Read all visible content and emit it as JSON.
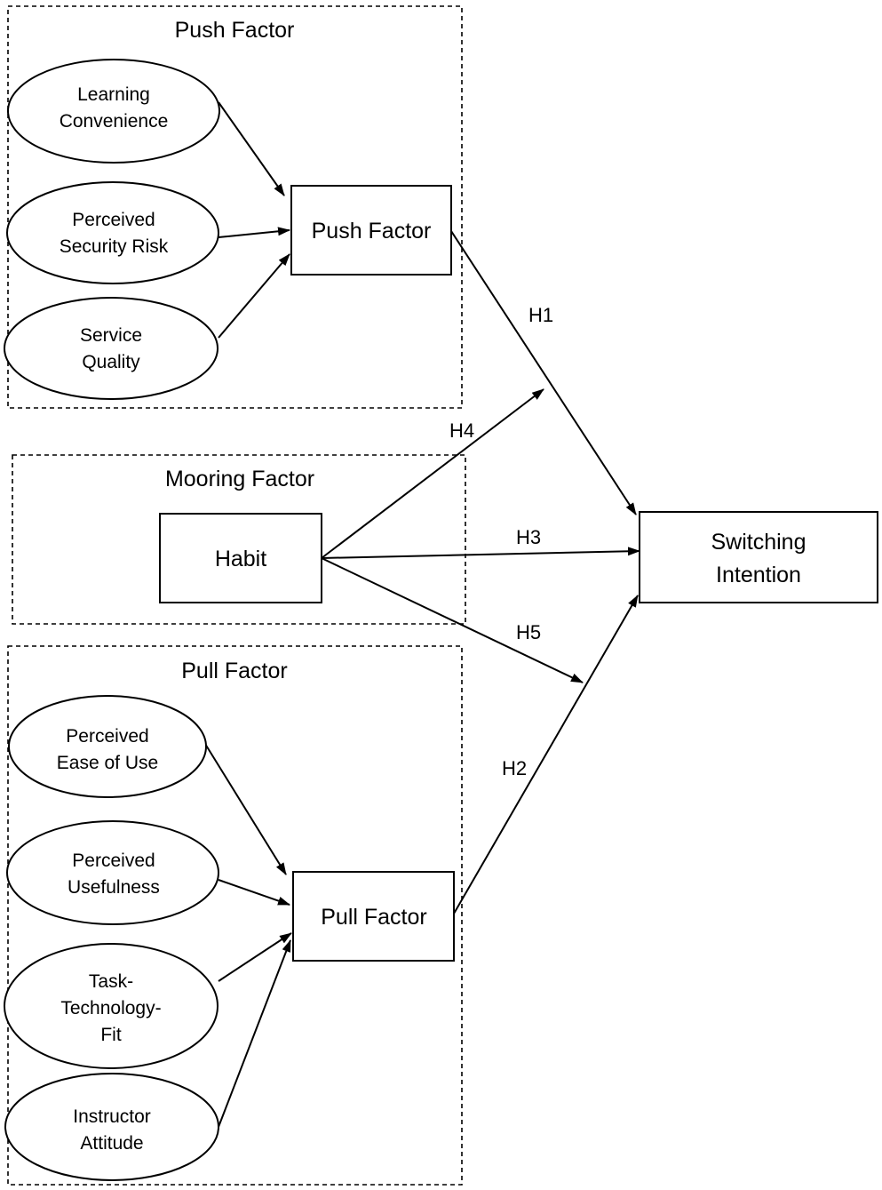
{
  "groups": {
    "push": {
      "title": "Push Factor"
    },
    "mooring": {
      "title": "Mooring Factor"
    },
    "pull": {
      "title": "Pull Factor"
    }
  },
  "constructs": {
    "learning_convenience": [
      "Learning",
      "Convenience"
    ],
    "perceived_security_risk": [
      "Perceived",
      "Security Risk"
    ],
    "service_quality": [
      "Service",
      "Quality"
    ],
    "perceived_ease_of_use": [
      "Perceived",
      "Ease of Use"
    ],
    "perceived_usefulness": [
      "Perceived",
      "Usefulness"
    ],
    "task_technology_fit": [
      "Task-",
      "Technology-",
      "Fit"
    ],
    "instructor_attitude": [
      "Instructor",
      "Attitude"
    ]
  },
  "boxes": {
    "push_factor": [
      "Push Factor"
    ],
    "habit": [
      "Habit"
    ],
    "pull_factor": [
      "Pull Factor"
    ],
    "switching_intention": [
      "Switching",
      "Intention"
    ]
  },
  "hypotheses": {
    "h1": "H1",
    "h2": "H2",
    "h3": "H3",
    "h4": "H4",
    "h5": "H5"
  }
}
